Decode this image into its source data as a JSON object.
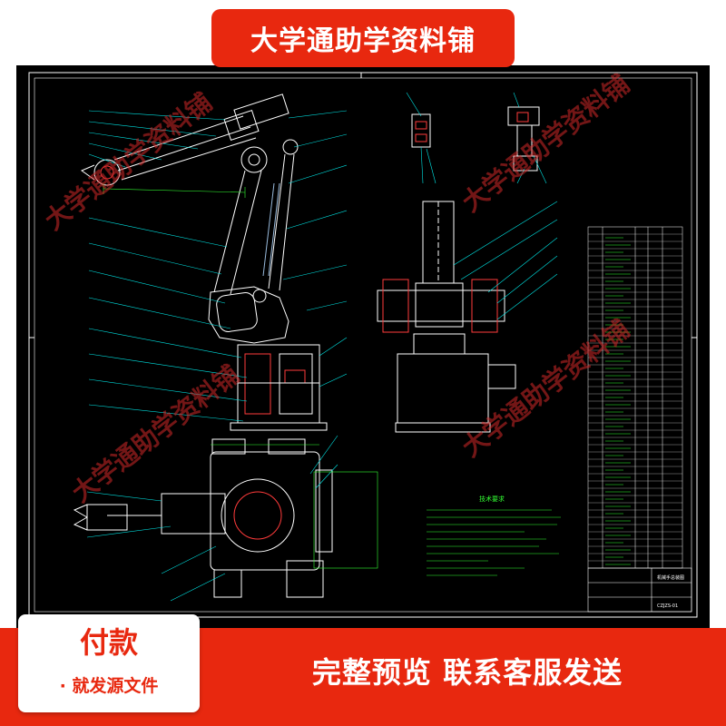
{
  "header": {
    "banner_label": "大学通助学资料铺"
  },
  "watermark": {
    "text": "大学通助学资料铺"
  },
  "drawing": {
    "notes_title": "技术要求",
    "title_block_name": "机械手总装图",
    "title_block_code": "CZJZS-01",
    "line_colors": {
      "outline": "#ffffff",
      "leader": "#00e5e5",
      "dim": "#33ff33",
      "frame": "#ffffff"
    }
  },
  "footer": {
    "pay_title": "付款",
    "pay_subtitle": "· 就发源文件",
    "cta_text": "完整预览  联系客服发送"
  },
  "colors": {
    "accent": "#e8280f",
    "background": "#000000"
  }
}
